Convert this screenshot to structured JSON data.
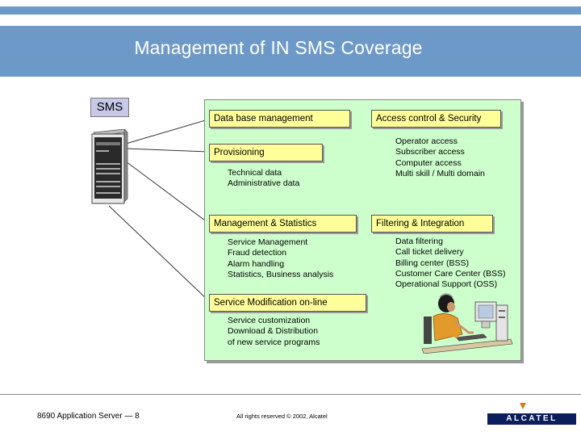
{
  "slide": {
    "title": "Management of IN SMS Coverage",
    "sms_label": "SMS"
  },
  "left_column": {
    "db_management": "Data base management",
    "provisioning": "Provisioning",
    "provisioning_items": [
      "Technical data",
      "Administrative data"
    ],
    "mgmt_stats": "Management & Statistics",
    "mgmt_stats_items": [
      "Service Management",
      "Fraud detection",
      "Alarm handling",
      "Statistics, Business analysis"
    ],
    "service_mod": "Service Modification on-line",
    "service_mod_items": [
      "Service customization",
      "Download & Distribution",
      "of new service programs"
    ]
  },
  "right_column": {
    "access_control": "Access control & Security",
    "access_items": [
      "Operator access",
      "Subscriber access",
      "Computer access",
      "Multi skill / Multi domain"
    ],
    "filtering": "Filtering & Integration",
    "filtering_items": [
      "Data filtering",
      "Call ticket delivery",
      "Billing center (BSS)",
      "Customer Care Center (BSS)",
      "Operational Support (OSS)"
    ]
  },
  "footer": {
    "left": "8690 Application Server — 8",
    "middle": "All rights reserved © 2002, Alcatel",
    "logo": "ALCATEL"
  },
  "colors": {
    "header": "#6d99c9",
    "panel": "#ccffcc",
    "label_box": "#ffff99",
    "logo_bg": "#0b1e5b"
  }
}
